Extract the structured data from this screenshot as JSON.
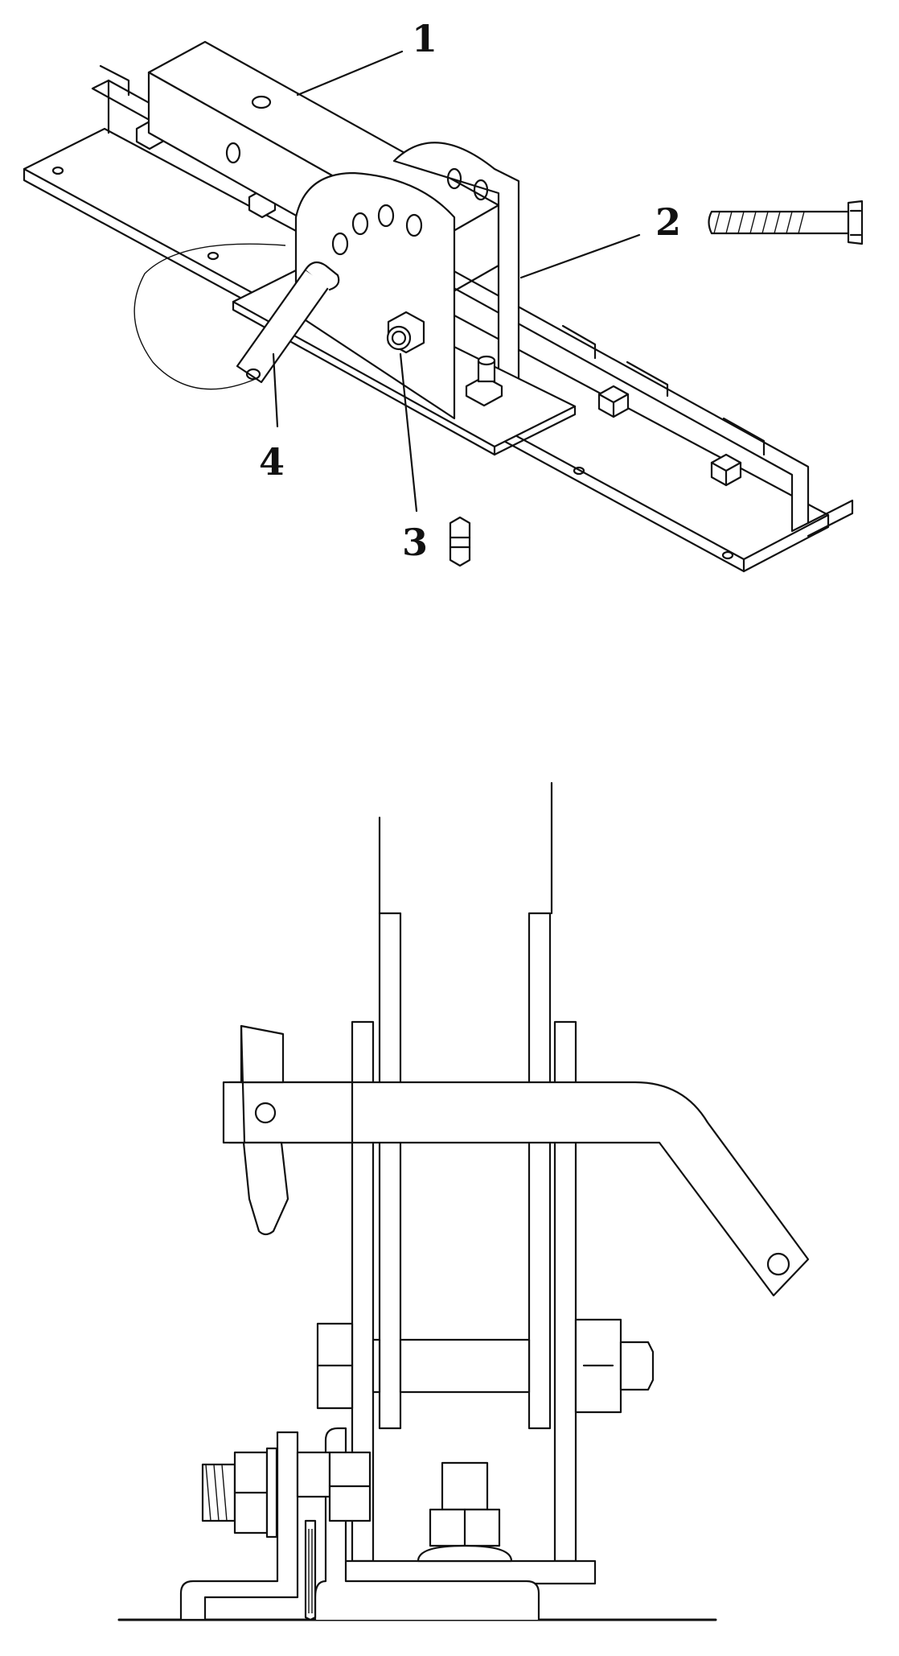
{
  "figure": {
    "callouts": [
      {
        "id": "1",
        "label": "1"
      },
      {
        "id": "2",
        "label": "2"
      },
      {
        "id": "3",
        "label": "3"
      },
      {
        "id": "4",
        "label": "4"
      }
    ],
    "line_color": "#111111",
    "background": "#ffffff"
  }
}
